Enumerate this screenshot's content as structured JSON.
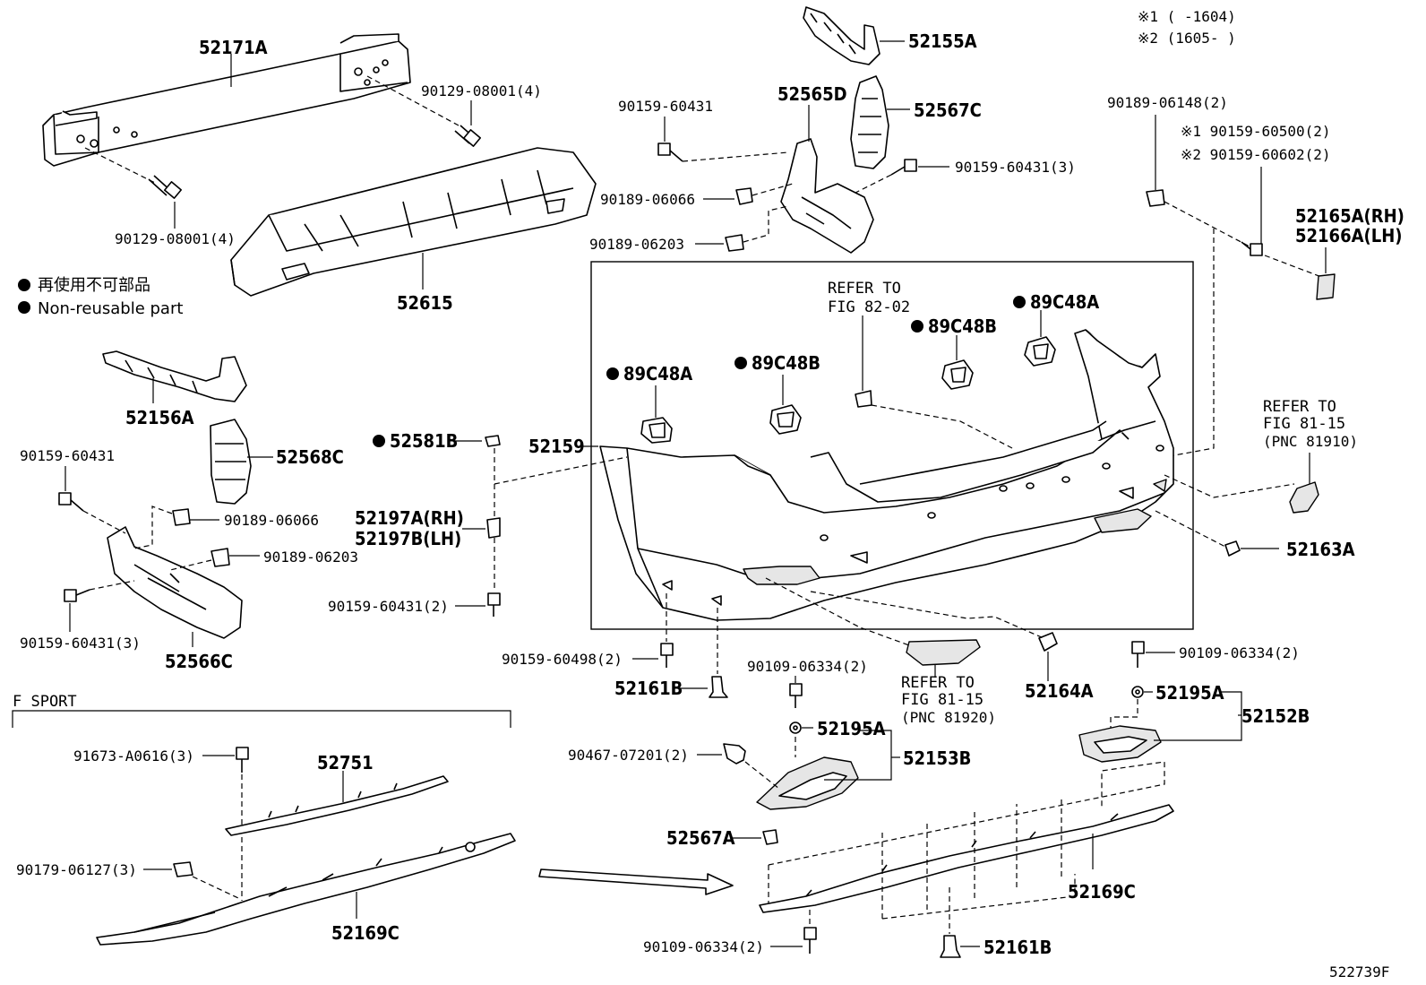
{
  "notes": {
    "note1": "※1 (      -1604)",
    "note2": "※2 (1605-      )"
  },
  "legend": {
    "ja": "再使用不可部品",
    "en": "Non-reusable part"
  },
  "section_title": "F SPORT",
  "figure_id": "522739F",
  "refs": {
    "ref_82_02": [
      "REFER TO",
      "FIG 82-02"
    ],
    "ref_81_15_a": [
      "REFER TO",
      "FIG 81-15",
      "(PNC 81910)"
    ],
    "ref_81_15_b": [
      "REFER TO",
      "FIG 81-15",
      "(PNC 81920)"
    ]
  },
  "parts": {
    "p52171A": "52171A",
    "p90129_a": "90129-08001(4)",
    "p90129_b": "90129-08001(4)",
    "p52615": "52615",
    "p52155A": "52155A",
    "p52565D": "52565D",
    "p52567C": "52567C",
    "p90159_60431_top": "90159-60431",
    "p90159_60431_3_top": "90159-60431(3)",
    "p90189_06066_top": "90189-06066",
    "p90189_06203_top": "90189-06203",
    "p90189_06148": "90189-06148(2)",
    "p90159_60500": "※1 90159-60500(2)",
    "p90159_60602": "※2 90159-60602(2)",
    "p52165A": "52165A(RH)",
    "p52166A": "52166A(LH)",
    "p89C48A_r": "89C48A",
    "p89C48B_r": "89C48B",
    "p89C48A_l": "89C48A",
    "p89C48B_l": "89C48B",
    "p52156A": "52156A",
    "p52568C": "52568C",
    "p90159_60431_left": "90159-60431",
    "p90189_06066_left": "90189-06066",
    "p90189_06203_left": "90189-06203",
    "p90159_60431_3_left": "90159-60431(3)",
    "p52566C": "52566C",
    "p52581B": "52581B",
    "p52159": "52159",
    "p52197A": "52197A(RH)",
    "p52197B": "52197B(LH)",
    "p90159_60431_2": "90159-60431(2)",
    "p90159_60498": "90159-60498(2)",
    "p52161B_a": "52161B",
    "p52163A": "52163A",
    "p52164A": "52164A",
    "p90109_a": "90109-06334(2)",
    "p52195A_a": "52195A",
    "p52153B": "52153B",
    "p90467": "90467-07201(2)",
    "p90109_b": "90109-06334(2)",
    "p52195A_b": "52195A",
    "p52152B": "52152B",
    "p91673": "91673-A0616(3)",
    "p52751": "52751",
    "p90179": "90179-06127(3)",
    "p52169C_l": "52169C",
    "p52567A": "52567A",
    "p52169C_r": "52169C",
    "p90109_c": "90109-06334(2)",
    "p52161B_b": "52161B"
  }
}
